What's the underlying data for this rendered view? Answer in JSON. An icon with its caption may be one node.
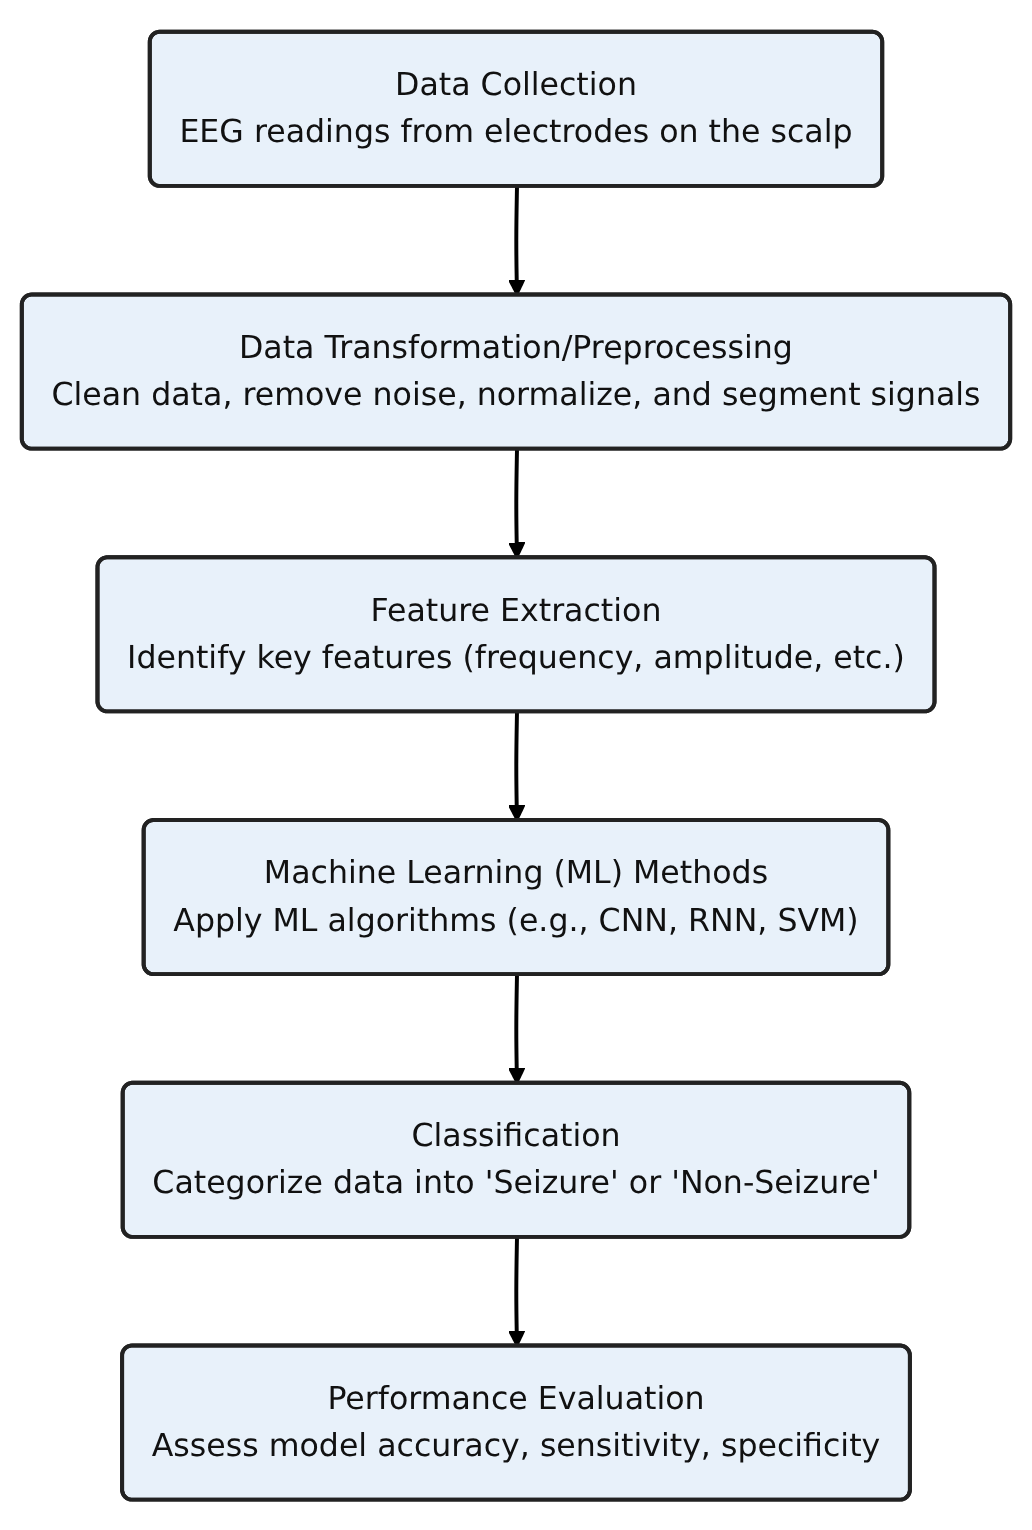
{
  "diagram": {
    "nodes": [
      {
        "text": [
          "Data Collection",
          "EEG readings from electrodes on the scalp"
        ]
      },
      {
        "text": [
          "Data Transformation/Preprocessing",
          "Clean data, remove noise, normalize, and segment signals"
        ]
      },
      {
        "text": [
          "Feature Extraction",
          "Identify key features (frequency, amplitude, etc.)"
        ]
      },
      {
        "text": [
          "Machine Learning (ML) Methods",
          "Apply ML algorithms (e.g., CNN, RNN, SVM)"
        ]
      },
      {
        "text": [
          "Classification",
          "Categorize data into 'Seizure' or 'Non-Seizure'"
        ]
      },
      {
        "text": [
          "Performance Evaluation",
          "Assess model accuracy, sensitivity, specificity"
        ]
      }
    ],
    "edges": [
      {
        "from": 0,
        "to": 1,
        "arrow": "to"
      },
      {
        "from": 1,
        "to": 2,
        "arrow": "to"
      },
      {
        "from": 2,
        "to": 3,
        "arrow": "to"
      },
      {
        "from": 3,
        "to": 4,
        "arrow": "to"
      },
      {
        "from": 4,
        "to": 5,
        "arrow": "to"
      }
    ]
  }
}
